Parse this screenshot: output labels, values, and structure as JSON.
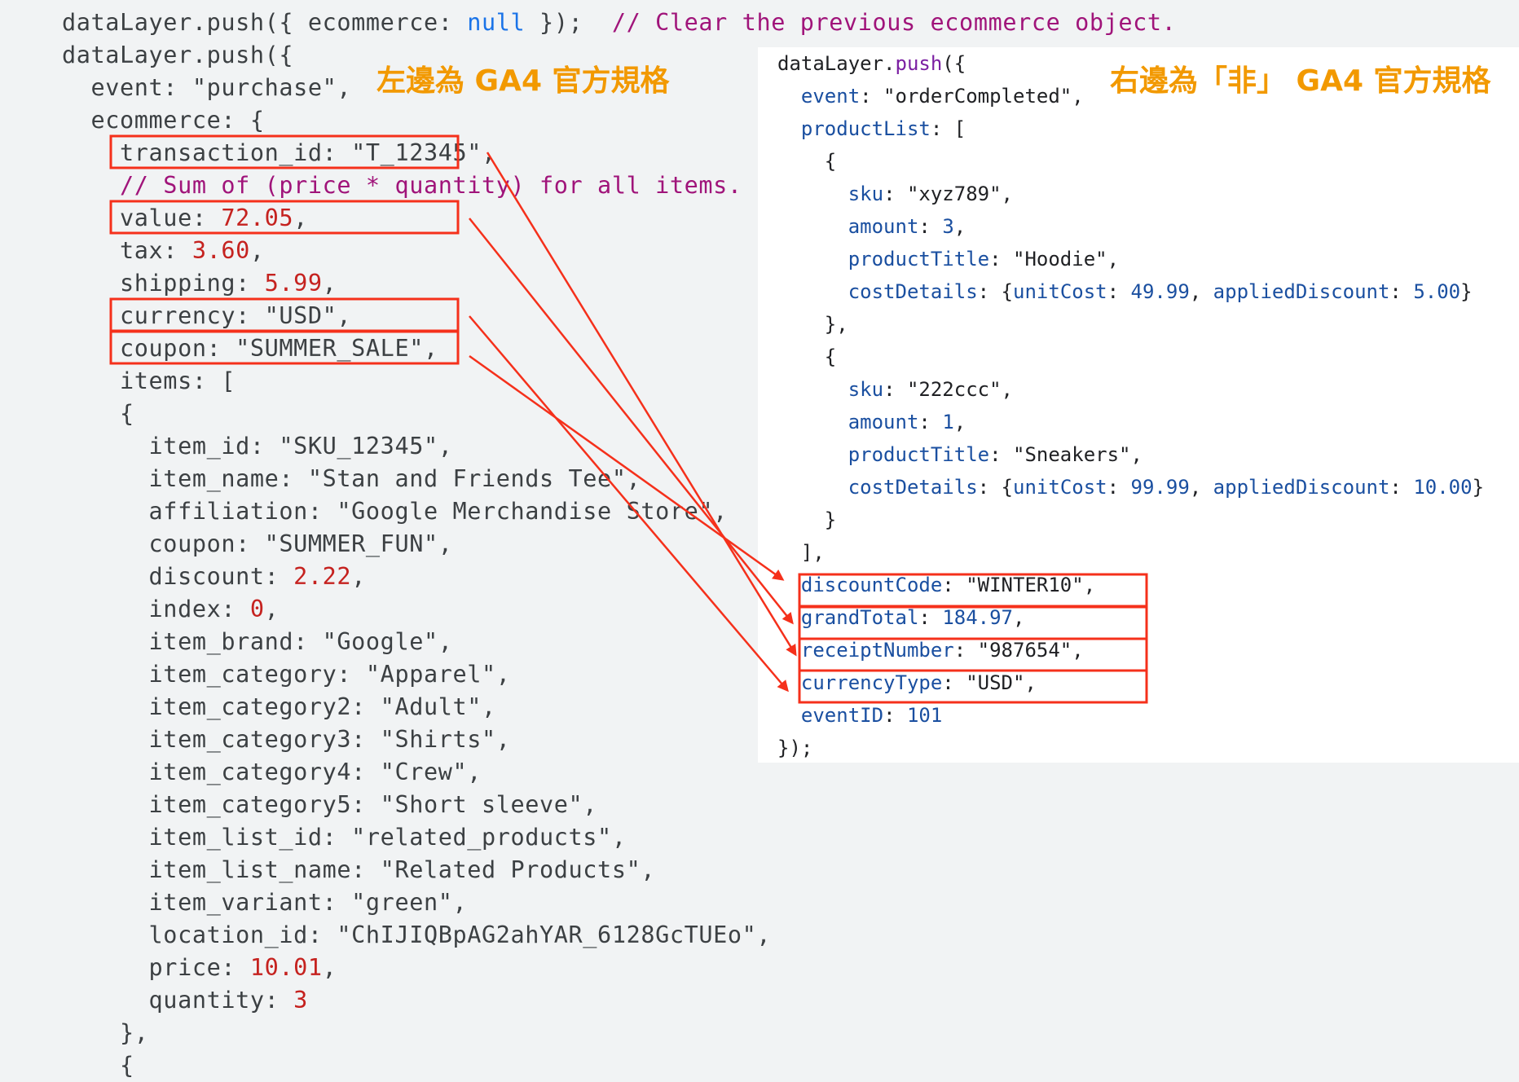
{
  "titles": {
    "left": "左邊為 GA4 官方規格",
    "right": "右邊為「非」 GA4 官方規格"
  },
  "left_code": {
    "lines": [
      [
        {
          "t": "dataLayer.push({ ecommerce: "
        },
        {
          "t": "null",
          "c": "kw"
        },
        {
          "t": " });  "
        },
        {
          "t": "// Clear the previous ecommerce object.",
          "c": "cm"
        }
      ],
      [
        {
          "t": "dataLayer.push({"
        }
      ],
      [
        {
          "t": "  event: \"purchase\","
        }
      ],
      [
        {
          "t": "  ecommerce: {"
        }
      ],
      [
        {
          "t": "    transaction_id: \"T_12345\","
        }
      ],
      [
        {
          "t": "    // Sum of (price * quantity) for all items.",
          "c": "cm"
        }
      ],
      [
        {
          "t": "    value: "
        },
        {
          "t": "72.05",
          "c": "num"
        },
        {
          "t": ","
        }
      ],
      [
        {
          "t": "    tax: "
        },
        {
          "t": "3.60",
          "c": "num"
        },
        {
          "t": ","
        }
      ],
      [
        {
          "t": "    shipping: "
        },
        {
          "t": "5.99",
          "c": "num"
        },
        {
          "t": ","
        }
      ],
      [
        {
          "t": "    currency: \"USD\","
        }
      ],
      [
        {
          "t": "    coupon: \"SUMMER_SALE\","
        }
      ],
      [
        {
          "t": "    items: ["
        }
      ],
      [
        {
          "t": "    {"
        }
      ],
      [
        {
          "t": "      item_id: \"SKU_12345\","
        }
      ],
      [
        {
          "t": "      item_name: \"Stan and Friends Tee\","
        }
      ],
      [
        {
          "t": "      affiliation: \"Google Merchandise Store\","
        }
      ],
      [
        {
          "t": "      coupon: \"SUMMER_FUN\","
        }
      ],
      [
        {
          "t": "      discount: "
        },
        {
          "t": "2.22",
          "c": "num"
        },
        {
          "t": ","
        }
      ],
      [
        {
          "t": "      index: "
        },
        {
          "t": "0",
          "c": "num"
        },
        {
          "t": ","
        }
      ],
      [
        {
          "t": "      item_brand: \"Google\","
        }
      ],
      [
        {
          "t": "      item_category: \"Apparel\","
        }
      ],
      [
        {
          "t": "      item_category2: \"Adult\","
        }
      ],
      [
        {
          "t": "      item_category3: \"Shirts\","
        }
      ],
      [
        {
          "t": "      item_category4: \"Crew\","
        }
      ],
      [
        {
          "t": "      item_category5: \"Short sleeve\","
        }
      ],
      [
        {
          "t": "      item_list_id: \"related_products\","
        }
      ],
      [
        {
          "t": "      item_list_name: \"Related Products\","
        }
      ],
      [
        {
          "t": "      item_variant: \"green\","
        }
      ],
      [
        {
          "t": "      location_id: \"ChIJIQBpAG2ahYAR_6128GcTUEo\","
        }
      ],
      [
        {
          "t": "      price: "
        },
        {
          "t": "10.01",
          "c": "num"
        },
        {
          "t": ","
        }
      ],
      [
        {
          "t": "      quantity: "
        },
        {
          "t": "3",
          "c": "num"
        }
      ],
      [
        {
          "t": "    },"
        }
      ],
      [
        {
          "t": "    {"
        }
      ]
    ]
  },
  "right_code": {
    "lines": [
      [
        {
          "t": "dataLayer."
        },
        {
          "t": "push",
          "c": "rpush"
        },
        {
          "t": "({"
        }
      ],
      [
        {
          "t": "  "
        },
        {
          "t": "event",
          "c": "rk"
        },
        {
          "t": ": \"orderCompleted\","
        }
      ],
      [
        {
          "t": "  "
        },
        {
          "t": "productList",
          "c": "rk"
        },
        {
          "t": ": ["
        }
      ],
      [
        {
          "t": "    {"
        }
      ],
      [
        {
          "t": "      "
        },
        {
          "t": "sku",
          "c": "rk"
        },
        {
          "t": ": \"xyz789\","
        }
      ],
      [
        {
          "t": "      "
        },
        {
          "t": "amount",
          "c": "rk"
        },
        {
          "t": ": "
        },
        {
          "t": "3",
          "c": "rn"
        },
        {
          "t": ","
        }
      ],
      [
        {
          "t": "      "
        },
        {
          "t": "productTitle",
          "c": "rk"
        },
        {
          "t": ": \"Hoodie\","
        }
      ],
      [
        {
          "t": "      "
        },
        {
          "t": "costDetails",
          "c": "rk"
        },
        {
          "t": ": {"
        },
        {
          "t": "unitCost",
          "c": "rk"
        },
        {
          "t": ": "
        },
        {
          "t": "49.99",
          "c": "rn"
        },
        {
          "t": ", "
        },
        {
          "t": "appliedDiscount",
          "c": "rk"
        },
        {
          "t": ": "
        },
        {
          "t": "5.00",
          "c": "rn"
        },
        {
          "t": "}"
        }
      ],
      [
        {
          "t": "    },"
        }
      ],
      [
        {
          "t": "    {"
        }
      ],
      [
        {
          "t": "      "
        },
        {
          "t": "sku",
          "c": "rk"
        },
        {
          "t": ": \"222ccc\","
        }
      ],
      [
        {
          "t": "      "
        },
        {
          "t": "amount",
          "c": "rk"
        },
        {
          "t": ": "
        },
        {
          "t": "1",
          "c": "rn"
        },
        {
          "t": ","
        }
      ],
      [
        {
          "t": "      "
        },
        {
          "t": "productTitle",
          "c": "rk"
        },
        {
          "t": ": \"Sneakers\","
        }
      ],
      [
        {
          "t": "      "
        },
        {
          "t": "costDetails",
          "c": "rk"
        },
        {
          "t": ": {"
        },
        {
          "t": "unitCost",
          "c": "rk"
        },
        {
          "t": ": "
        },
        {
          "t": "99.99",
          "c": "rn"
        },
        {
          "t": ", "
        },
        {
          "t": "appliedDiscount",
          "c": "rk"
        },
        {
          "t": ": "
        },
        {
          "t": "10.00",
          "c": "rn"
        },
        {
          "t": "}"
        }
      ],
      [
        {
          "t": "    }"
        }
      ],
      [
        {
          "t": "  ],"
        }
      ],
      [
        {
          "t": "  "
        },
        {
          "t": "discountCode",
          "c": "rk"
        },
        {
          "t": ": \"WINTER10\","
        }
      ],
      [
        {
          "t": "  "
        },
        {
          "t": "grandTotal",
          "c": "rk"
        },
        {
          "t": ": "
        },
        {
          "t": "184.97",
          "c": "rn"
        },
        {
          "t": ","
        }
      ],
      [
        {
          "t": "  "
        },
        {
          "t": "receiptNumber",
          "c": "rk"
        },
        {
          "t": ": \"987654\","
        }
      ],
      [
        {
          "t": "  "
        },
        {
          "t": "currencyType",
          "c": "rk"
        },
        {
          "t": ": \"USD\","
        }
      ],
      [
        {
          "t": "  "
        },
        {
          "t": "eventID",
          "c": "rk"
        },
        {
          "t": ": "
        },
        {
          "t": "101",
          "c": "rn"
        }
      ],
      [
        {
          "t": "});"
        }
      ]
    ]
  },
  "colors": {
    "annotation": "#f5301b",
    "title": "#f29900"
  }
}
